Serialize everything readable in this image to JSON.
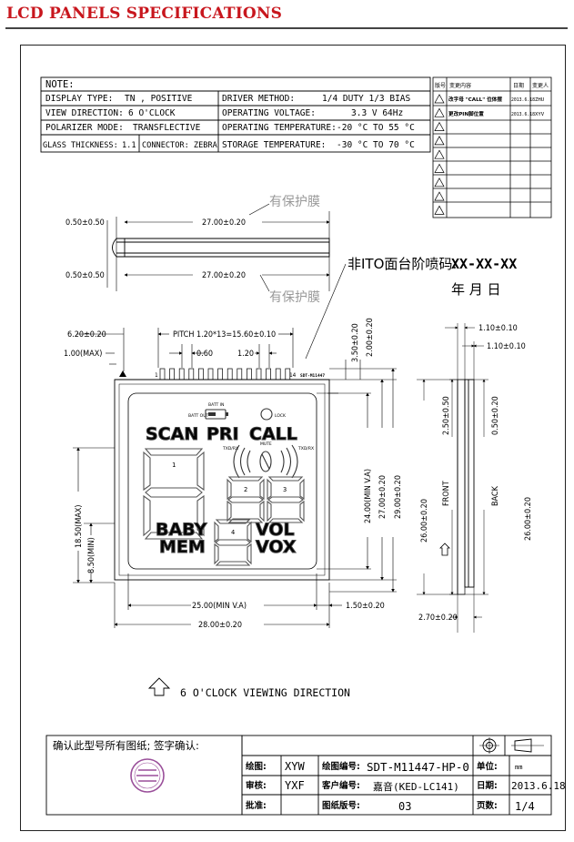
{
  "header": {
    "title": "LCD PANELS SPECIFICATIONS",
    "accent_color": "#c8161d"
  },
  "notes": {
    "title": "NOTE:",
    "rows": [
      {
        "left_label": "DISPLAY TYPE:",
        "left_value": "TN , POSITIVE",
        "right_label": "DRIVER METHOD:",
        "right_value": "1/4 DUTY    1/3 BIAS"
      },
      {
        "left_label": "VIEW DIRECTION:",
        "left_value": "6   O'CLOCK",
        "right_label": "OPERATING VOLTAGE:",
        "right_value": "3.3 V    64Hz"
      },
      {
        "left_label": "POLARIZER MODE:",
        "left_value": "TRANSFLECTIVE",
        "right_label": "OPERATING TEMPERATURE:",
        "right_value": "-20 °C TO 55 °C"
      },
      {
        "left_label": "GLASS THICKNESS:",
        "left_value": "1.1",
        "connector": "CONNECTOR: ZEBRA",
        "right_label": "STORAGE TEMPERATURE:",
        "right_value": "-30 °C TO 70 °C"
      }
    ]
  },
  "revision": {
    "headers": [
      "版号",
      "变更内容",
      "日期",
      "变更人"
    ],
    "rows": [
      {
        "content": "改字母 \"CALL\" 位体摆",
        "date": "2013.6.18",
        "by": "ZHU"
      },
      {
        "content": "更改PIN脚位置",
        "date": "2013.6.18",
        "by": "XYV"
      }
    ],
    "empty_rows": 7
  },
  "side_view": {
    "protective_film": "有保护膜",
    "dim_edge": "0.50±0.50",
    "dim_width": "27.00±0.20",
    "print_note_prefix": "非ITO面台阶喷码:",
    "print_note_code": "XX-XX-XX",
    "date_line": "年 月 日"
  },
  "front_view": {
    "dim_pin_offset": "6.20±0.20",
    "dim_pitch": "PITCH 1.20*13=15.60±0.10",
    "dim_pin_width": "0.60",
    "dim_pin_pitch": "1.20",
    "dim_pin_height": "1.00(MAX)",
    "pin1_label": "1",
    "pin14_label": "14",
    "part_code": "SDT-M11447",
    "dim_top_a": "3.50±0.20",
    "dim_top_b": "2.00±0.20",
    "dim_va_height": "24.00(MIN V.A)",
    "dim_height_a": "27.00±0.20",
    "dim_height_b": "29.00±0.20",
    "dim_left_a": "18.50(MAX)",
    "dim_left_b": "8.50(MIN)",
    "dim_va_width": "25.00(MIN V.A)",
    "dim_right_margin": "1.50±0.20",
    "dim_total_width": "28.00±0.20",
    "viewing_direction": "6 O'CLOCK VIEWING DIRECTION"
  },
  "lcd": {
    "batt_in": "BATT IN",
    "batt_out": "BATT OUT",
    "lock": "LOCK",
    "mute": "MUTE",
    "tx1": "TXD/RX",
    "tx2": "TXD/RX",
    "scan": "SCAN",
    "pri": "PRI",
    "call": "CALL",
    "baby": "BABY",
    "mem": "MEM",
    "vol": "VOL",
    "vox": "VOX",
    "digits": [
      "1",
      "2",
      "3",
      "4"
    ]
  },
  "profile_view": {
    "dim_a": "1.10±0.10",
    "dim_b": "1.10±0.10",
    "dim_c": "2.50±0.50",
    "dim_d": "0.50±0.20",
    "dim_front": "26.00±0.20",
    "dim_back": "26.00±0.20",
    "front_label": "FRONT",
    "back_label": "BACK",
    "dim_bottom": "2.70±0.20"
  },
  "title_block": {
    "confirm_text": "确认此型号所有图纸; 签字确认:",
    "stamp_color": "#9a4f9a",
    "drawn_label": "绘图:",
    "drawn_value": "XYW",
    "checked_label": "审核:",
    "checked_value": "YXF",
    "approved_label": "批准:",
    "drawing_no_label": "绘图编号:",
    "drawing_no_value": "SDT-M11447-HP-0",
    "customer_no_label": "客户编号:",
    "customer_no_value": "嘉音(KED-LC141)",
    "sheet_no_label": "图纸版号:",
    "sheet_no_value": "03",
    "unit_label": "单位:",
    "unit_value": "mm",
    "date_label": "日期:",
    "date_value": "2013.6.18",
    "page_label": "页数:",
    "page_value": "1/4"
  }
}
